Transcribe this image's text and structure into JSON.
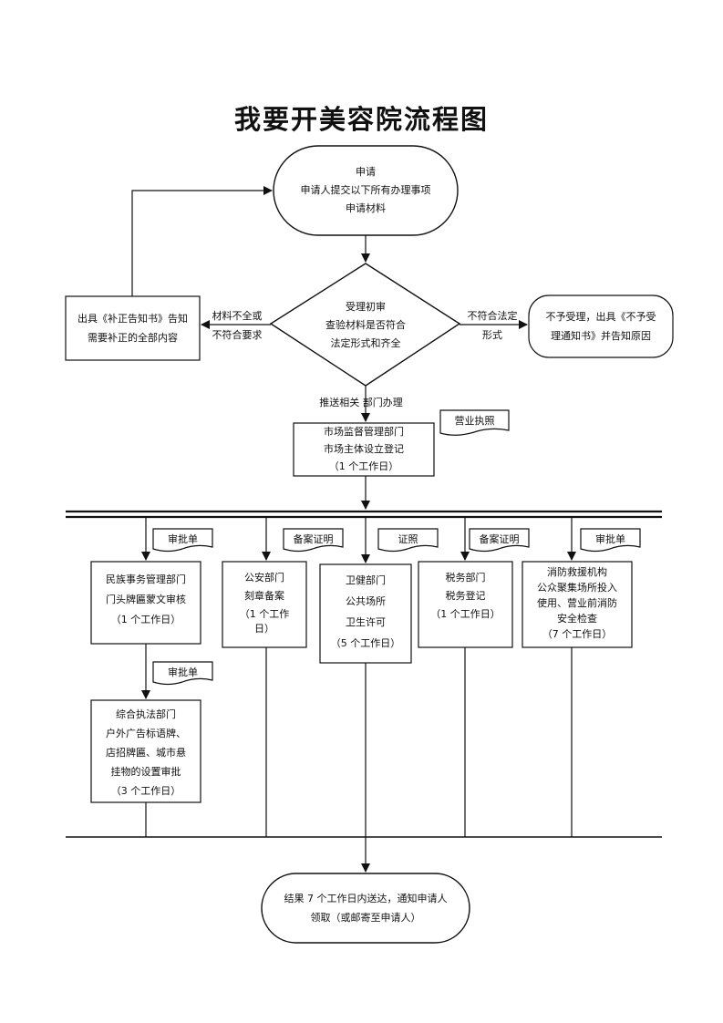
{
  "title": "我要开美容院流程图",
  "start": {
    "line1": "申请",
    "line2": "申请人提交以下所有办理事项",
    "line3": "申请材料"
  },
  "review": {
    "line1": "受理初审",
    "line2": "查验材料是否符合",
    "line3": "法定形式和齐全"
  },
  "left_box": {
    "line1": "出具《补正告知书》告知",
    "line2": "需要补正的全部内容"
  },
  "left_label": {
    "line1": "材料不全或",
    "line2": "不符合要求"
  },
  "right_label": {
    "line1": "不符合法定",
    "line2": "形式"
  },
  "right_box": {
    "line1": "不予受理，出具《不予受",
    "line2": "理通知书》并告知原因"
  },
  "push_label": "推送相关 部门办理",
  "market": {
    "line1": "市场监督管理部门",
    "line2": "市场主体设立登记",
    "line3": "（1 个工作日）"
  },
  "market_doc": "营业执照",
  "docs": {
    "d1": "审批单",
    "d2": "备案证明",
    "d3": "证照",
    "d4": "备案证明",
    "d5": "审批单",
    "d6": "审批单"
  },
  "dept1": {
    "line1": "民族事务管理部门",
    "line2": "门头牌匾蒙文审核",
    "line3": "（1 个工作日）"
  },
  "dept2": {
    "line1": "公安部门",
    "line2": "刻章备案",
    "line3": "（1 个工作",
    "line4": "日）"
  },
  "dept3": {
    "line1": "卫健部门",
    "line2": "公共场所",
    "line3": "卫生许可",
    "line4": "（5 个工作日）"
  },
  "dept4": {
    "line1": "税务部门",
    "line2": "税务登记",
    "line3": "（1 个工作日）"
  },
  "dept5": {
    "line1": "消防救援机构",
    "line2": "公众聚集场所投入",
    "line3": "使用、营业前消防",
    "line4": "安全检查",
    "line5": "（7 个工作日）"
  },
  "dept6": {
    "line1": "综合执法部门",
    "line2": "户外广告标语牌、",
    "line3": "店招牌匾、城市悬",
    "line4": "挂物的设置审批",
    "line5": "（3 个工作日）"
  },
  "result": {
    "line1": "结果 7 个工作日内送达，通知申请人",
    "line2": "领取（或邮寄至申请人）"
  }
}
